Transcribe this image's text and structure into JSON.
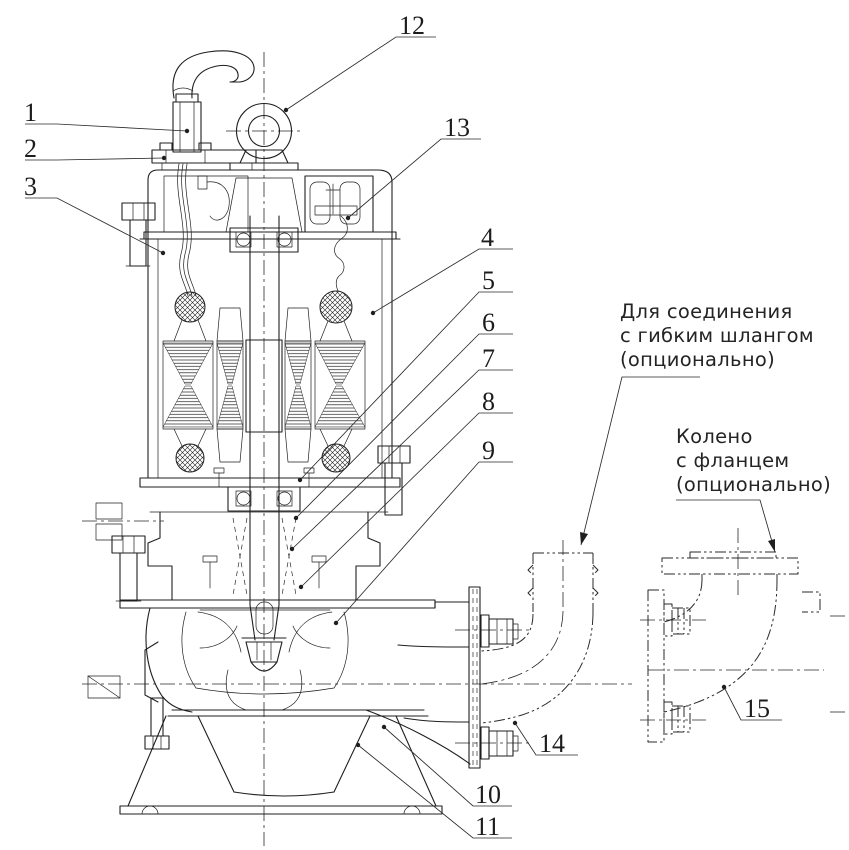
{
  "figure": {
    "kind": "technical-cross-section-drawing",
    "subject": "submersible-pump",
    "background_color": "#ffffff",
    "line_color": "#1f1f1f"
  },
  "callouts": [
    {
      "label": "1"
    },
    {
      "label": "2"
    },
    {
      "label": "3"
    },
    {
      "label": "4"
    },
    {
      "label": "5"
    },
    {
      "label": "6"
    },
    {
      "label": "7"
    },
    {
      "label": "8"
    },
    {
      "label": "9"
    },
    {
      "label": "10"
    },
    {
      "label": "11"
    },
    {
      "label": "12"
    },
    {
      "label": "13"
    },
    {
      "label": "14"
    },
    {
      "label": "15"
    }
  ],
  "annotations": {
    "flexible_hose": {
      "lines": [
        "Для соединения",
        "с гибким шлангом",
        "(опционально)"
      ]
    },
    "flanged_elbow": {
      "lines": [
        "Колено",
        "с фланцем",
        "(опционально)"
      ]
    }
  }
}
